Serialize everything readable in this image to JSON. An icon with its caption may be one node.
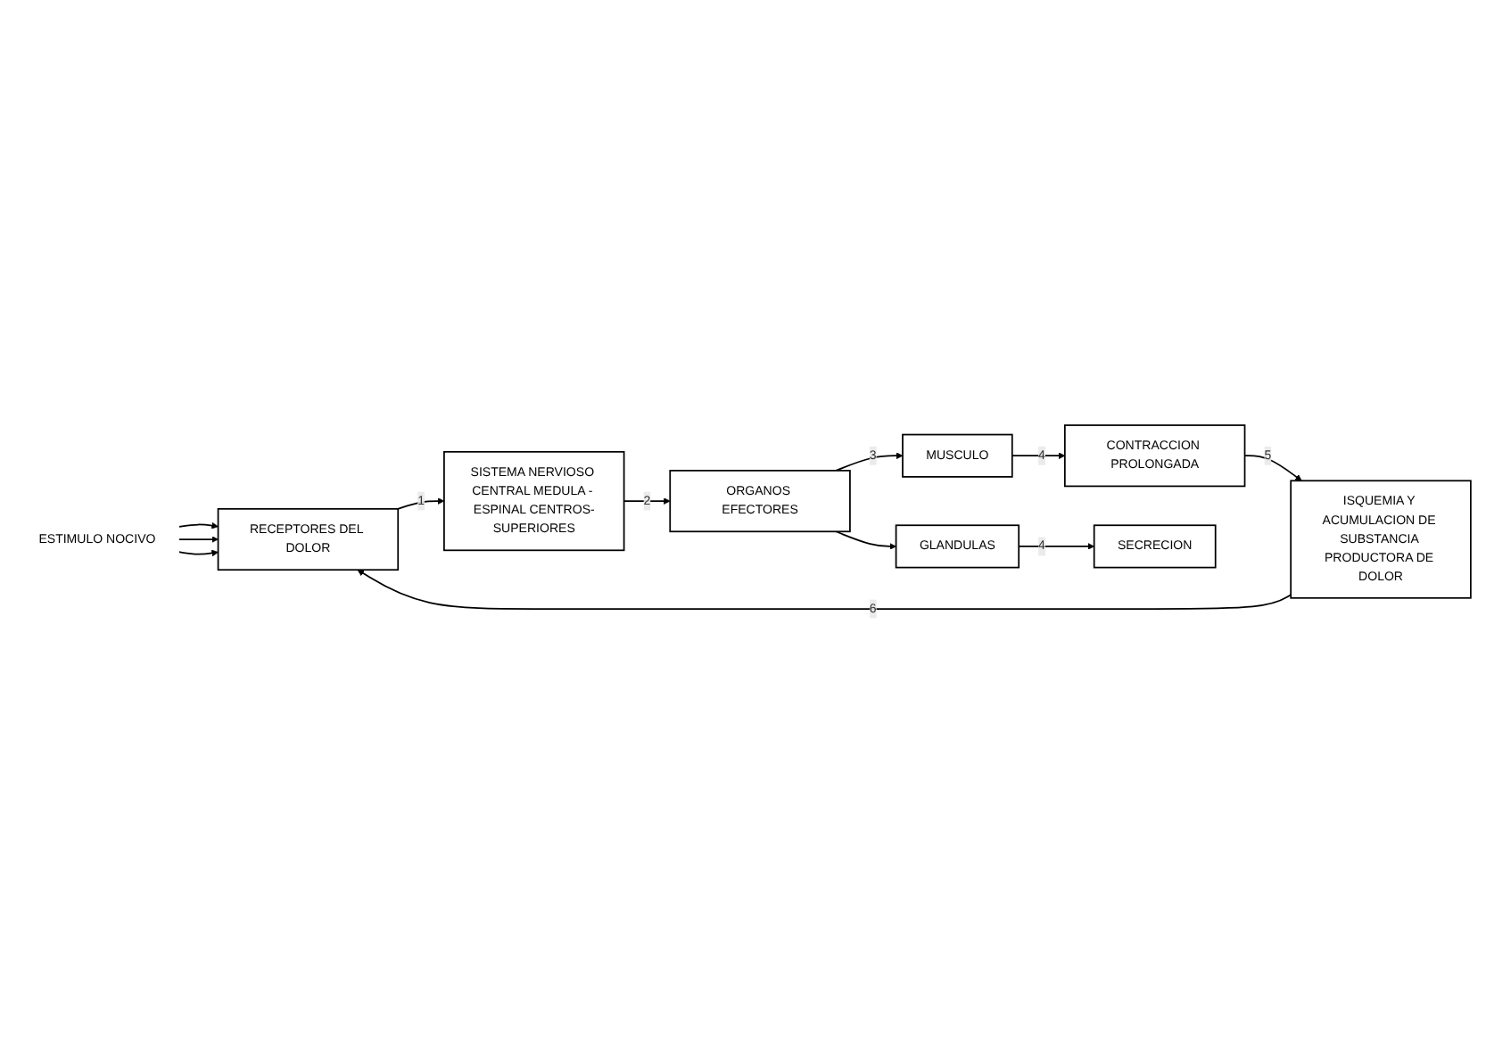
{
  "diagram": {
    "nodes": [
      {
        "text": [
          "ESTIMULO NOCIVO"
        ]
      },
      {
        "text": [
          "RECEPTORES DEL DOLOR"
        ]
      },
      {
        "text": [
          "SISTEMA NERVIOSO CENTRAL MEDULA - ESPINAL CENTROS-SUPERIORES"
        ]
      },
      {
        "text": [
          "ISQUEMIA Y ACUMULACION DE SUBSTANCIA PRODUCTORA DE DOLOR"
        ]
      },
      {
        "text": [
          "CONTRACCION PROLONGADA"
        ]
      },
      {
        "text": [
          "MUSCULO"
        ]
      },
      {
        "text": [
          "ORGANOS EFECTORES"
        ]
      },
      {
        "text": [
          "SECRECION"
        ]
      },
      {
        "text": [
          "GLANDULAS"
        ]
      }
    ],
    "edges": [
      {
        "from": 0,
        "to": 1,
        "arrow": "to"
      },
      {
        "from": 0,
        "to": 1,
        "arrow": "to"
      },
      {
        "from": 0,
        "to": 1,
        "arrow": "to"
      },
      {
        "from": 1,
        "to": 2,
        "arrow": "to",
        "label": "1"
      },
      {
        "from": 2,
        "to": 6,
        "arrow": "to",
        "label": "2"
      },
      {
        "from": 6,
        "to": 5,
        "arrow": "to",
        "label": "3"
      },
      {
        "from": 6,
        "to": 8,
        "arrow": "to"
      },
      {
        "from": 5,
        "to": 4,
        "arrow": "to",
        "label": "4"
      },
      {
        "from": 8,
        "to": 7,
        "arrow": "to",
        "label": "4"
      },
      {
        "from": 4,
        "to": 3,
        "arrow": "to",
        "label": "5"
      },
      {
        "from": 3,
        "to": 1,
        "arrow": "to",
        "label": "6"
      }
    ]
  }
}
